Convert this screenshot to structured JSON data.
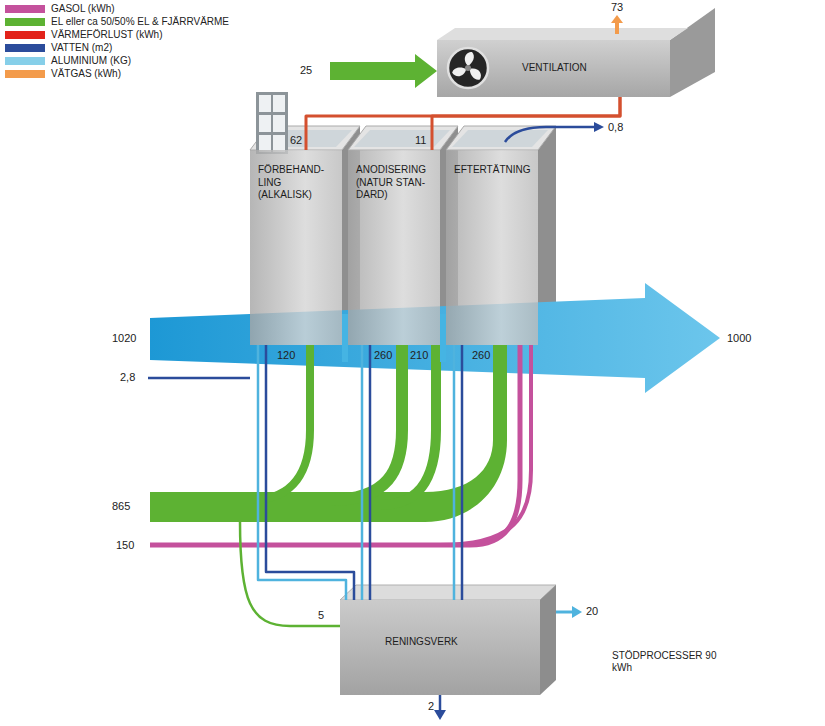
{
  "diagram": {
    "nodes": [
      {
        "text": [
          "VENTILATION"
        ]
      },
      {
        "text": [
          "FÖRBEHAND- LING (ALKALISK)"
        ]
      },
      {
        "text": [
          "ANODISERING (NATUR STAN- DARD)"
        ]
      },
      {
        "text": [
          "EFTERTÄTNING"
        ]
      },
      {
        "text": [
          "RENINGSVERK"
        ]
      }
    ],
    "edges": [
      {
        "from": 1,
        "to": 0,
        "arrow": "none"
      },
      {
        "from": 2,
        "to": 0,
        "arrow": "none"
      },
      {
        "from": 1,
        "to": 2,
        "arrow": "none"
      },
      {
        "from": 2,
        "to": 3,
        "arrow": "none"
      },
      {
        "from": 1,
        "to": 4,
        "arrow": "none"
      },
      {
        "from": 2,
        "to": 4,
        "arrow": "none"
      },
      {
        "from": 3,
        "to": 4,
        "arrow": "none"
      }
    ],
    "labels": [
      "73",
      "25",
      "62",
      "11",
      "0,8",
      "1020",
      "2,8",
      "1000",
      "120",
      "260",
      "210",
      "260",
      "865",
      "150",
      "5",
      "20",
      "2",
      "STÖDPROCESSER 90 kWh"
    ],
    "legend": [
      {
        "text": "GASOL (kWh)",
        "color": "#c4519c"
      },
      {
        "text": "EL eller ca 50/50% EL & FJÄRRVÄRME",
        "color": "#5db233"
      },
      {
        "text": "VÄRMEFÖRLUST (kWh)",
        "color": "#e2231a"
      },
      {
        "text": "VATTEN (m2)",
        "color": "#2b4c9b"
      },
      {
        "text": "ALUMINIUM (KG)",
        "color": "#86cfe9"
      },
      {
        "text": "VÄTGAS (kWh)",
        "color": "#f39b4b"
      }
    ]
  }
}
